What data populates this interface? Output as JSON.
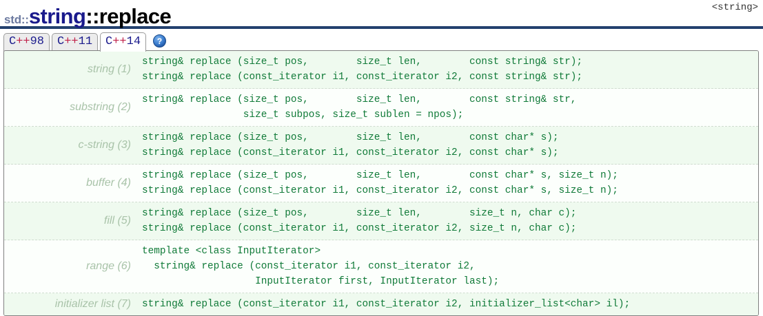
{
  "header": {
    "namespace": "std::",
    "class_name": "string",
    "member": "::replace",
    "include": "<string>"
  },
  "tabs": [
    {
      "name": "tab-cpp98",
      "c": "C",
      "plus": "++",
      "num": "98",
      "active": false
    },
    {
      "name": "tab-cpp11",
      "c": "C",
      "plus": "++",
      "num": "11",
      "active": false
    },
    {
      "name": "tab-cpp14",
      "c": "C",
      "plus": "++",
      "num": "14",
      "active": true
    }
  ],
  "help_icon": {
    "name": "help-icon",
    "glyph": "?",
    "color": "#2b6fc4"
  },
  "colors": {
    "title_rule": "#23406e",
    "code_text": "#107a38",
    "label_text": "#a9c3a9",
    "row_tint": "#effaef",
    "row_plain": "#fcfffc",
    "box_border": "#808080",
    "class_name": "#1a1a8c",
    "namespace": "#6c7aa0",
    "plus": "#c0204a"
  },
  "signatures": [
    {
      "label": "string (1)",
      "shade": "tint",
      "code": "string& replace (size_t pos,        size_t len,        const string& str);\nstring& replace (const_iterator i1, const_iterator i2, const string& str);"
    },
    {
      "label": "substring (2)",
      "shade": "plain",
      "code": "string& replace (size_t pos,        size_t len,        const string& str,\n                 size_t subpos, size_t sublen = npos);"
    },
    {
      "label": "c-string (3)",
      "shade": "tint",
      "code": "string& replace (size_t pos,        size_t len,        const char* s);\nstring& replace (const_iterator i1, const_iterator i2, const char* s);"
    },
    {
      "label": "buffer (4)",
      "shade": "plain",
      "code": "string& replace (size_t pos,        size_t len,        const char* s, size_t n);\nstring& replace (const_iterator i1, const_iterator i2, const char* s, size_t n);"
    },
    {
      "label": "fill (5)",
      "shade": "tint",
      "code": "string& replace (size_t pos,        size_t len,        size_t n, char c);\nstring& replace (const_iterator i1, const_iterator i2, size_t n, char c);"
    },
    {
      "label": "range (6)",
      "shade": "plain",
      "code": "template <class InputIterator>\n  string& replace (const_iterator i1, const_iterator i2,\n                   InputIterator first, InputIterator last);"
    },
    {
      "label": "initializer list (7)",
      "shade": "tint",
      "code": "string& replace (const_iterator i1, const_iterator i2, initializer_list<char> il);"
    }
  ]
}
